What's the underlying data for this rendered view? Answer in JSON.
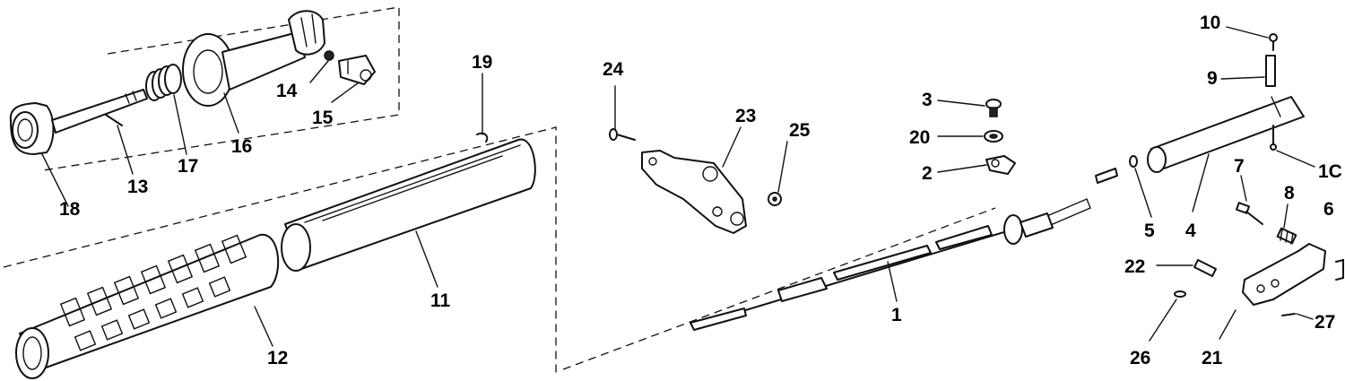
{
  "callouts": {
    "c1": "1",
    "c2": "2",
    "c3": "3",
    "c4": "4",
    "c5": "5",
    "c6": "6",
    "c7": "7",
    "c8": "8",
    "c9": "9",
    "c10a": "10",
    "c10b": "1C",
    "c11": "11",
    "c12": "12",
    "c13": "13",
    "c14": "14",
    "c15": "15",
    "c16": "16",
    "c17": "17",
    "c18": "18",
    "c19": "19",
    "c20": "20",
    "c21": "21",
    "c22": "22",
    "c23": "23",
    "c24": "24",
    "c25": "25",
    "c26": "26",
    "c27": "27"
  }
}
